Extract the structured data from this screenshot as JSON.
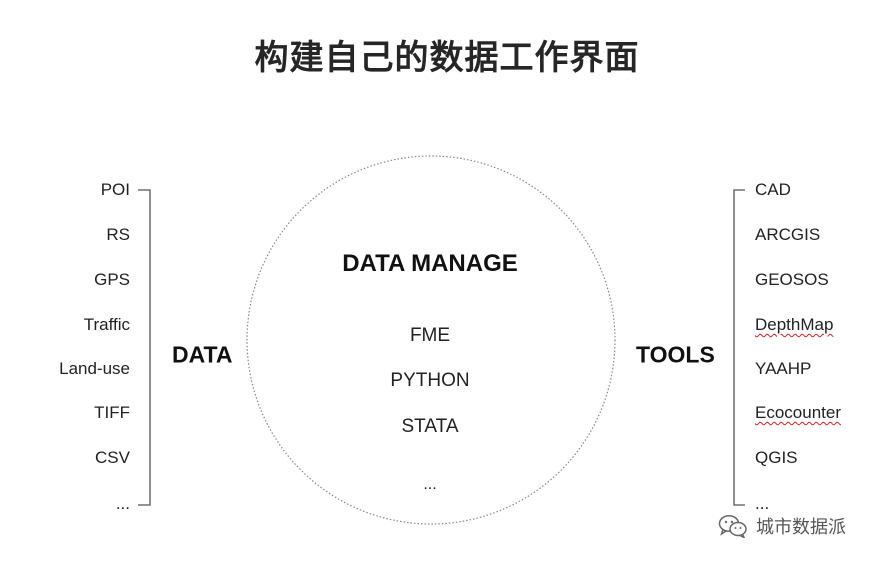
{
  "title": "构建自己的数据工作界面",
  "center": {
    "heading": "DATA MANAGE",
    "items": [
      "FME",
      "PYTHON",
      "STATA",
      "..."
    ]
  },
  "data_group": {
    "label": "DATA",
    "items": [
      "POI",
      "RS",
      "GPS",
      "Traffic",
      "Land-use",
      "TIFF",
      "CSV",
      "..."
    ]
  },
  "tools_group": {
    "label": "TOOLS",
    "items": [
      "CAD",
      "ARCGIS",
      "GEOSOS",
      "DepthMap",
      "YAAHP",
      "Ecocounter",
      "QGIS",
      "..."
    ]
  },
  "watermark": {
    "icon": "wechat-icon",
    "text": "城市数据派"
  }
}
